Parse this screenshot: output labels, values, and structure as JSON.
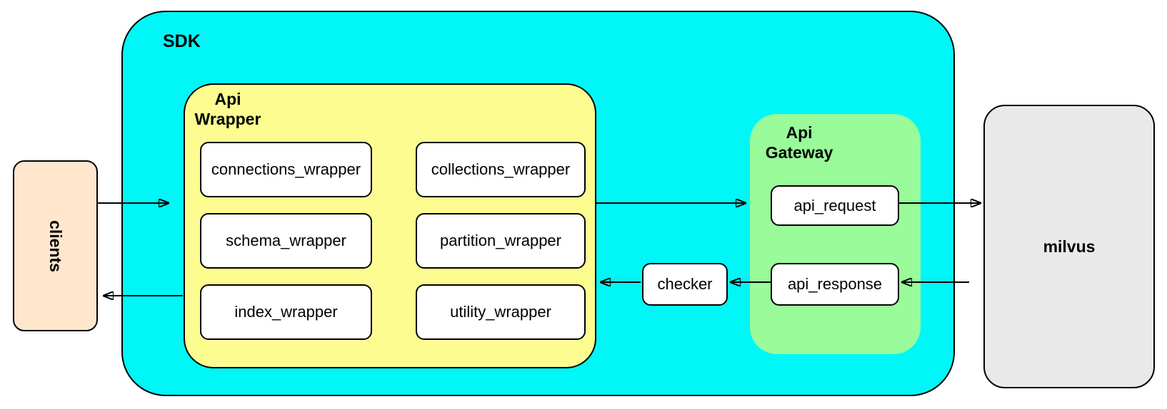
{
  "colors": {
    "canvas_bg": "#ffffff",
    "sdk_fill": "#00f7f7",
    "api_wrapper_fill": "#fcfc90",
    "api_gateway_fill": "#99fb99",
    "clients_fill": "#ffe6cc",
    "milvus_fill": "#e9e9e9",
    "node_fill": "#ffffff",
    "stroke": "#000000"
  },
  "nodes": {
    "clients": {
      "label": "clients"
    },
    "sdk": {
      "label": "SDK"
    },
    "api_wrapper": {
      "line1": "Api",
      "line2": "Wrapper"
    },
    "wrappers": [
      "connections_wrapper",
      "collections_wrapper",
      "schema_wrapper",
      "partition_wrapper",
      "index_wrapper",
      "utility_wrapper"
    ],
    "api_gateway": {
      "line1": "Api",
      "line2": "Gateway"
    },
    "api_request": {
      "label": "api_request"
    },
    "api_response": {
      "label": "api_response"
    },
    "checker": {
      "label": "checker"
    },
    "milvus": {
      "label": "milvus"
    }
  },
  "edges": [
    {
      "from": "clients",
      "to": "sdk"
    },
    {
      "from": "api_wrapper",
      "to": "api_gateway"
    },
    {
      "from": "api_request",
      "to": "milvus"
    },
    {
      "from": "milvus",
      "to": "api_response"
    },
    {
      "from": "api_response",
      "to": "checker"
    },
    {
      "from": "checker",
      "to": "api_wrapper"
    },
    {
      "from": "api_wrapper",
      "to": "clients"
    }
  ]
}
